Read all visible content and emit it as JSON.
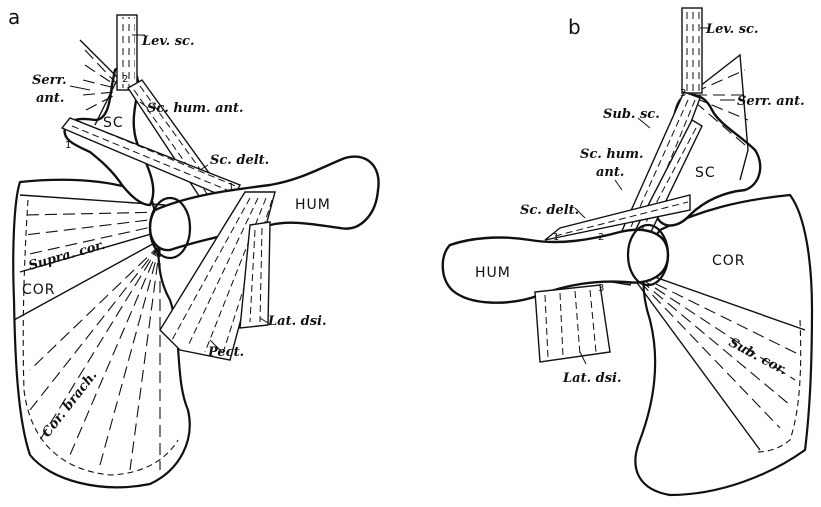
{
  "panels": [
    {
      "letter": "a",
      "labels": {
        "lev_sc": "Lev. sc.",
        "serr_ant_1": "Serr.",
        "serr_ant_2": "ant.",
        "sc": "SC",
        "sc_hum_ant": "Sc. hum. ant.",
        "sc_delt": "Sc. delt.",
        "hum": "HUM",
        "supra_cor": "Supra. cor.",
        "cor": "COR",
        "lat_dsi": "Lat. dsi.",
        "pect": "Pect.",
        "cor_brach": "Cor. brach."
      },
      "numbers": [
        "2",
        "1",
        "1"
      ]
    },
    {
      "letter": "b",
      "labels": {
        "lev_sc": "Lev. sc.",
        "serr_ant": "Serr. ant.",
        "sub_sc": "Sub. sc.",
        "sc_hum_ant_1": "Sc. hum.",
        "sc_hum_ant_2": "ant.",
        "sc": "SC",
        "sc_delt": "Sc. delt.",
        "hum": "HUM",
        "cor": "COR",
        "sub_cor": "Sub. cor.",
        "lat_dsi": "Lat. dsi."
      },
      "numbers": [
        "3",
        "1",
        "2",
        "3"
      ]
    }
  ]
}
